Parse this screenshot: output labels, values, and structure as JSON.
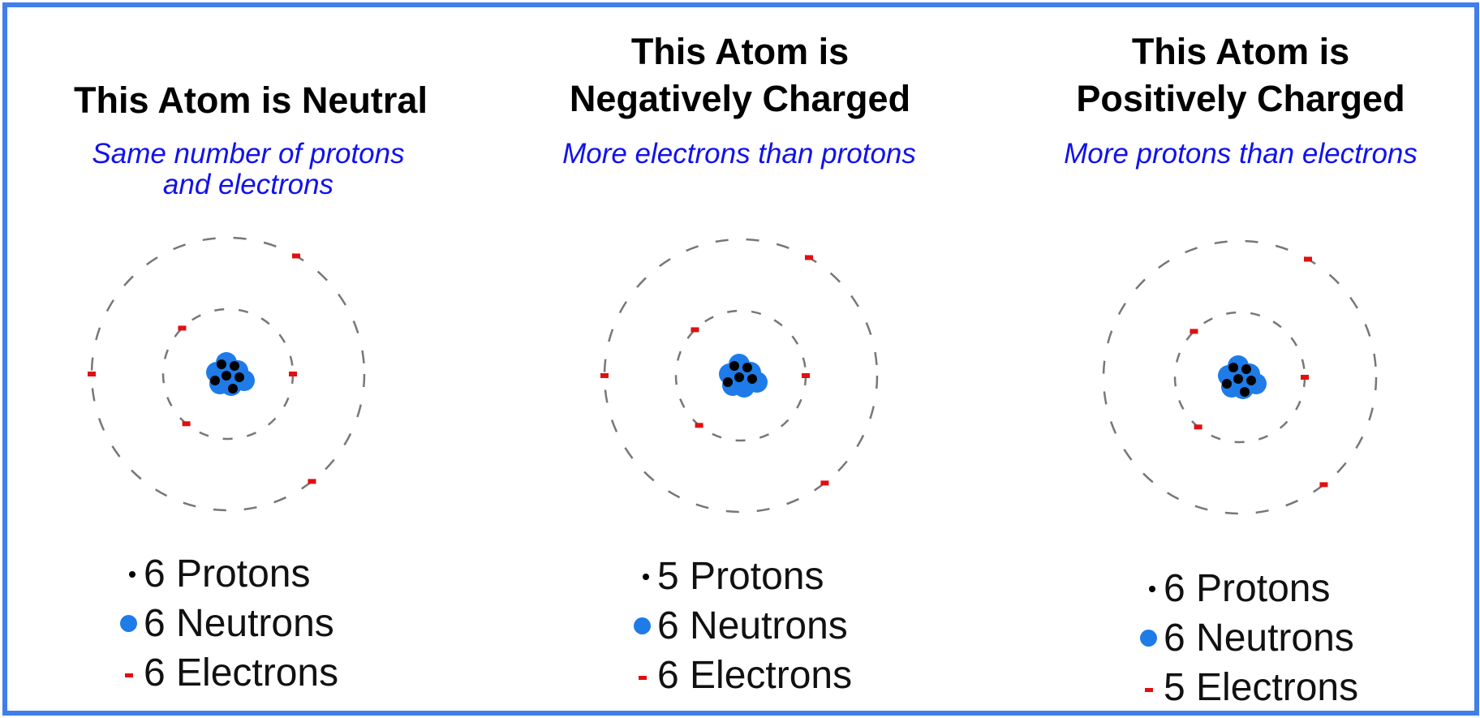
{
  "colors": {
    "frame": "#3f7fea",
    "subtitle": "#1111ee",
    "proton": "#000000",
    "neutron": "#1e7be8",
    "electron": "#e01010",
    "orbit": "#777777"
  },
  "panels": [
    {
      "title_lines": [
        "This Atom is Neutral"
      ],
      "subtitle_lines": [
        "Same number of protons",
        "and electrons"
      ],
      "legend": [
        {
          "kind": "proton",
          "label": "6 Protons"
        },
        {
          "kind": "neutron",
          "label": "6 Neutrons"
        },
        {
          "kind": "electron",
          "label": "6 Electrons"
        }
      ],
      "counts": {
        "protons": 6,
        "neutrons": 6,
        "electrons": 6
      }
    },
    {
      "title_lines": [
        "This Atom is",
        "Negatively Charged"
      ],
      "subtitle_lines": [
        "More electrons than protons"
      ],
      "legend": [
        {
          "kind": "proton",
          "label": "5 Protons"
        },
        {
          "kind": "neutron",
          "label": "6 Neutrons"
        },
        {
          "kind": "electron",
          "label": "6 Electrons"
        }
      ],
      "counts": {
        "protons": 5,
        "neutrons": 6,
        "electrons": 6
      }
    },
    {
      "title_lines": [
        "This Atom is",
        "Positively Charged"
      ],
      "subtitle_lines": [
        "More protons than electrons"
      ],
      "legend": [
        {
          "kind": "proton",
          "label": "6 Protons"
        },
        {
          "kind": "neutron",
          "label": "6 Neutrons"
        },
        {
          "kind": "electron",
          "label": "5 Electrons"
        }
      ],
      "counts": {
        "protons": 6,
        "neutrons": 6,
        "electrons": 5
      }
    }
  ]
}
